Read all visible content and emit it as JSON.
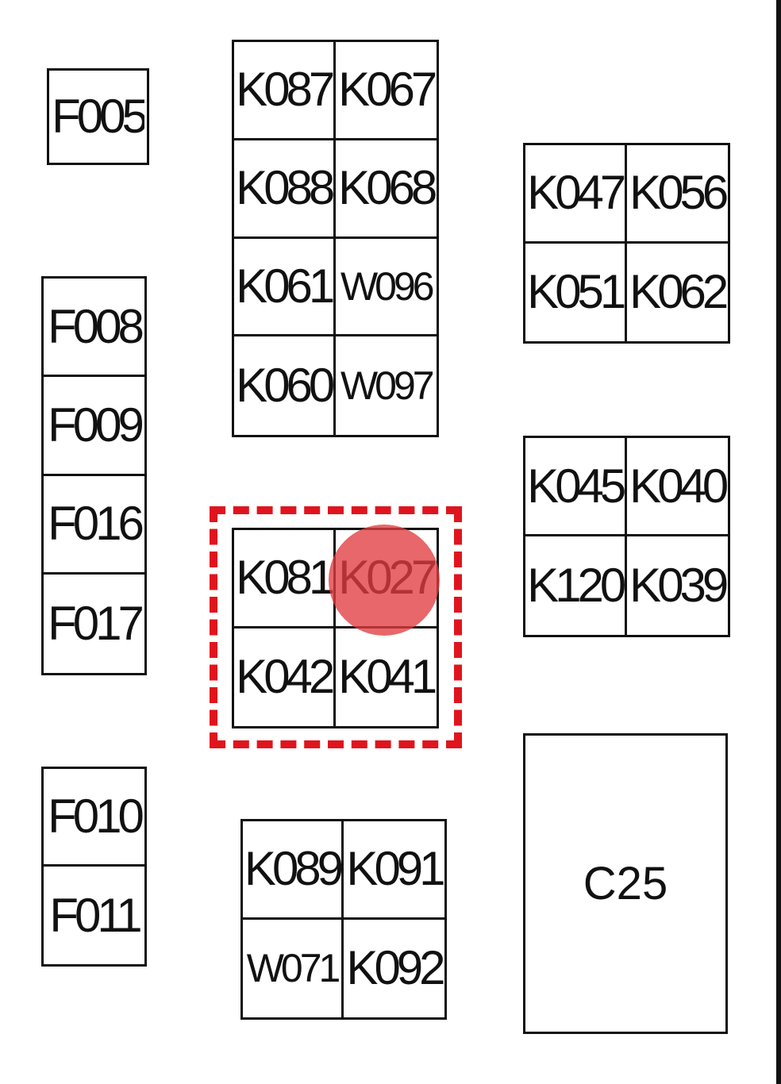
{
  "highlight_color": "#e0141d",
  "dot_color": "#e03c40",
  "left_column": {
    "f005": "F005",
    "f008_stack": [
      "F008",
      "F009",
      "F016",
      "F017"
    ],
    "f010_stack": [
      "F010",
      "F011"
    ]
  },
  "center_column": {
    "top_block": [
      "K087",
      "K067",
      "K088",
      "K068",
      "K061",
      "W096",
      "K060",
      "W097"
    ],
    "highlight_block": [
      "K081",
      "K027",
      "K042",
      "K041"
    ],
    "bottom_block": [
      "K089",
      "K091",
      "W071",
      "K092"
    ]
  },
  "right_column": {
    "upper_block": [
      "K047",
      "K056",
      "K051",
      "K062"
    ],
    "middle_block": [
      "K045",
      "K040",
      "K120",
      "K039"
    ],
    "c25": "C25"
  }
}
